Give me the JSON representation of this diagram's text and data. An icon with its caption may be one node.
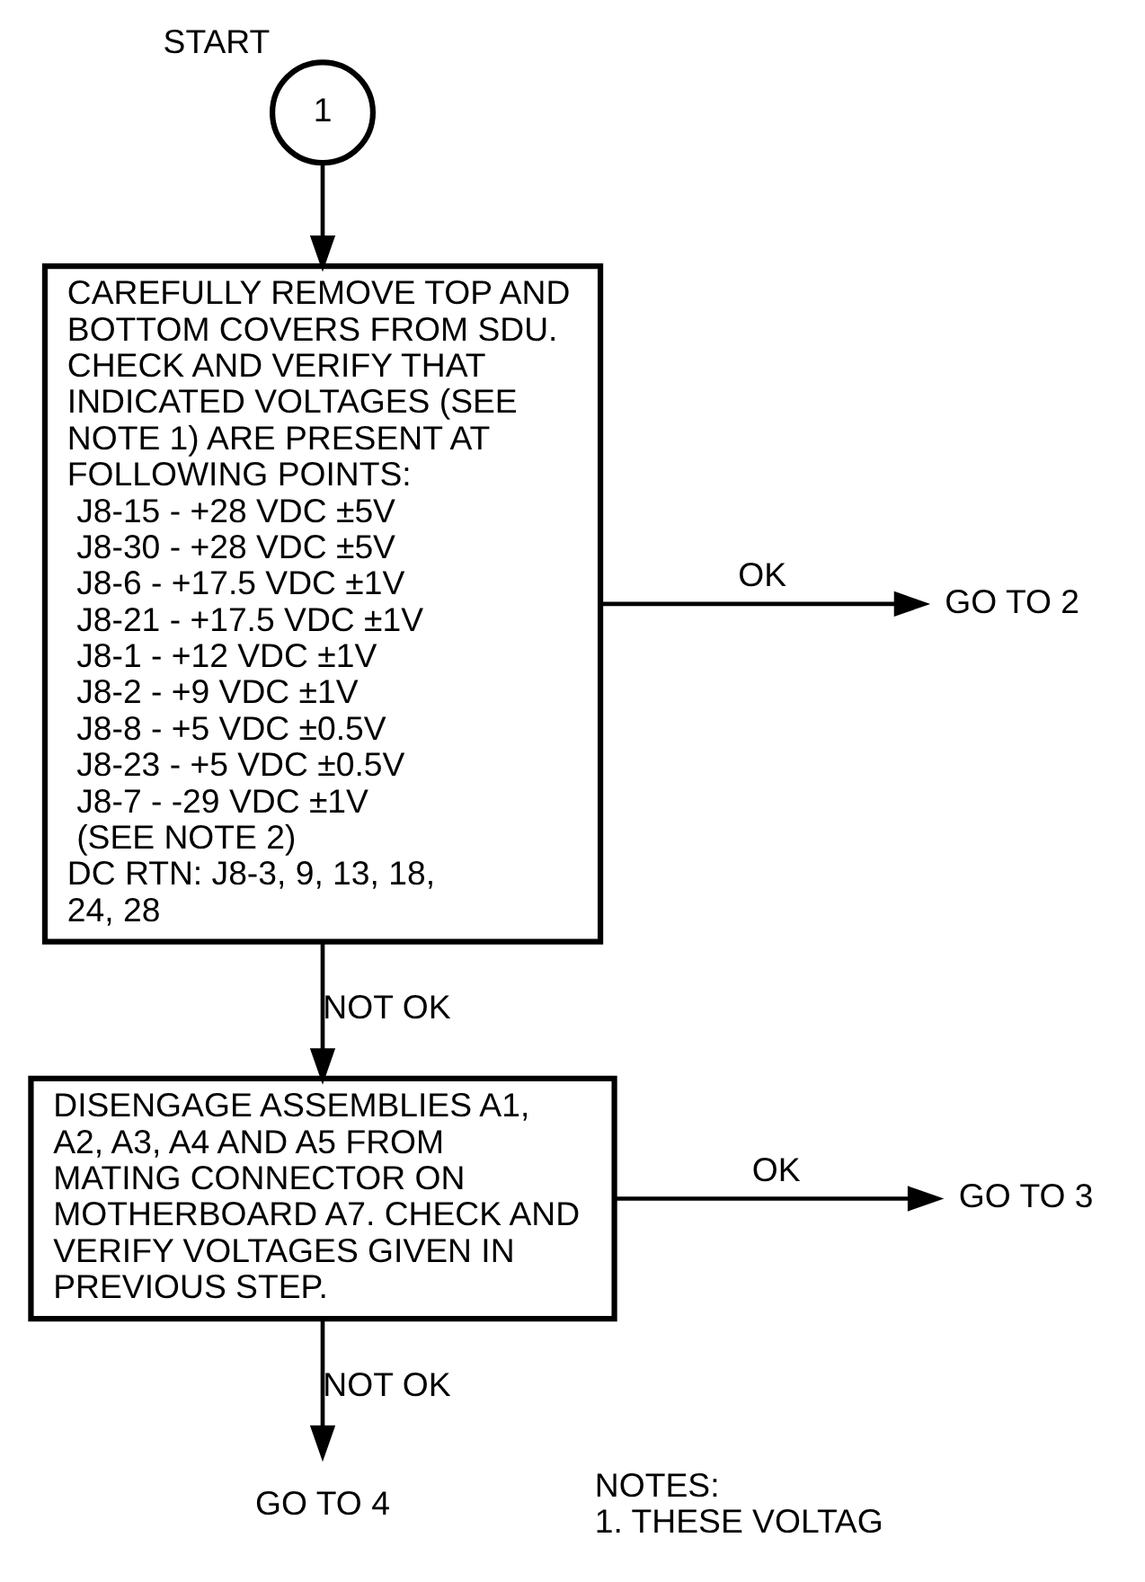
{
  "diagram": {
    "nodes": [
      {
        "text": [
          "1"
        ],
        "beside": [
          "START"
        ]
      },
      {
        "text": [
          "CAREFULLY REMOVE TOP AND BOTTOM COVERS FROM SDU. CHECK AND VERIFY THAT INDICATED VOLTAGES (SEE NOTE 1) ARE PRESENT AT FOLLOWING POINTS:",
          "J8-15 - +28 VDC ±5V",
          "J8-30 - +28 VDC ±5V",
          "J8-6 - +17.5 VDC ±1V",
          "J8-21 - +17.5 VDC ±1V",
          "J8-1 - +12 VDC ±1V",
          "J8-2 - +9 VDC ±1V",
          "J8-8 - +5 VDC ±0.5V",
          "J8-23 - +5 VDC ±0.5V",
          "J8-7 - -29 VDC ±1V",
          "(SEE NOTE 2)",
          "DC RTN: J8-3, 9, 13, 18, 24, 28"
        ]
      },
      {
        "text": [
          "GO TO 2"
        ]
      },
      {
        "text": [
          "DISENGAGE ASSEMBLIES A1, A2, A3, A4 AND A5 FROM MATING CONNECTOR ON MOTHERBOARD A7. CHECK AND VERIFY VOLTAGES GIVEN IN PREVIOUS STEP."
        ]
      },
      {
        "text": [
          "GO TO 3"
        ]
      },
      {
        "text": [
          "GO TO 4"
        ]
      }
    ],
    "edges": [
      {
        "from": 0,
        "to": 1,
        "arrow": "to"
      },
      {
        "from": 1,
        "to": 2,
        "arrow": "to",
        "label": "OK"
      },
      {
        "from": 1,
        "to": 3,
        "arrow": "to",
        "label": "NOT OK"
      },
      {
        "from": 3,
        "to": 4,
        "arrow": "to",
        "label": "OK"
      },
      {
        "from": 3,
        "to": 5,
        "arrow": "to",
        "label": "NOT OK"
      }
    ],
    "labels": [
      "NOTES:",
      "1. THESE VOLTAG"
    ]
  }
}
